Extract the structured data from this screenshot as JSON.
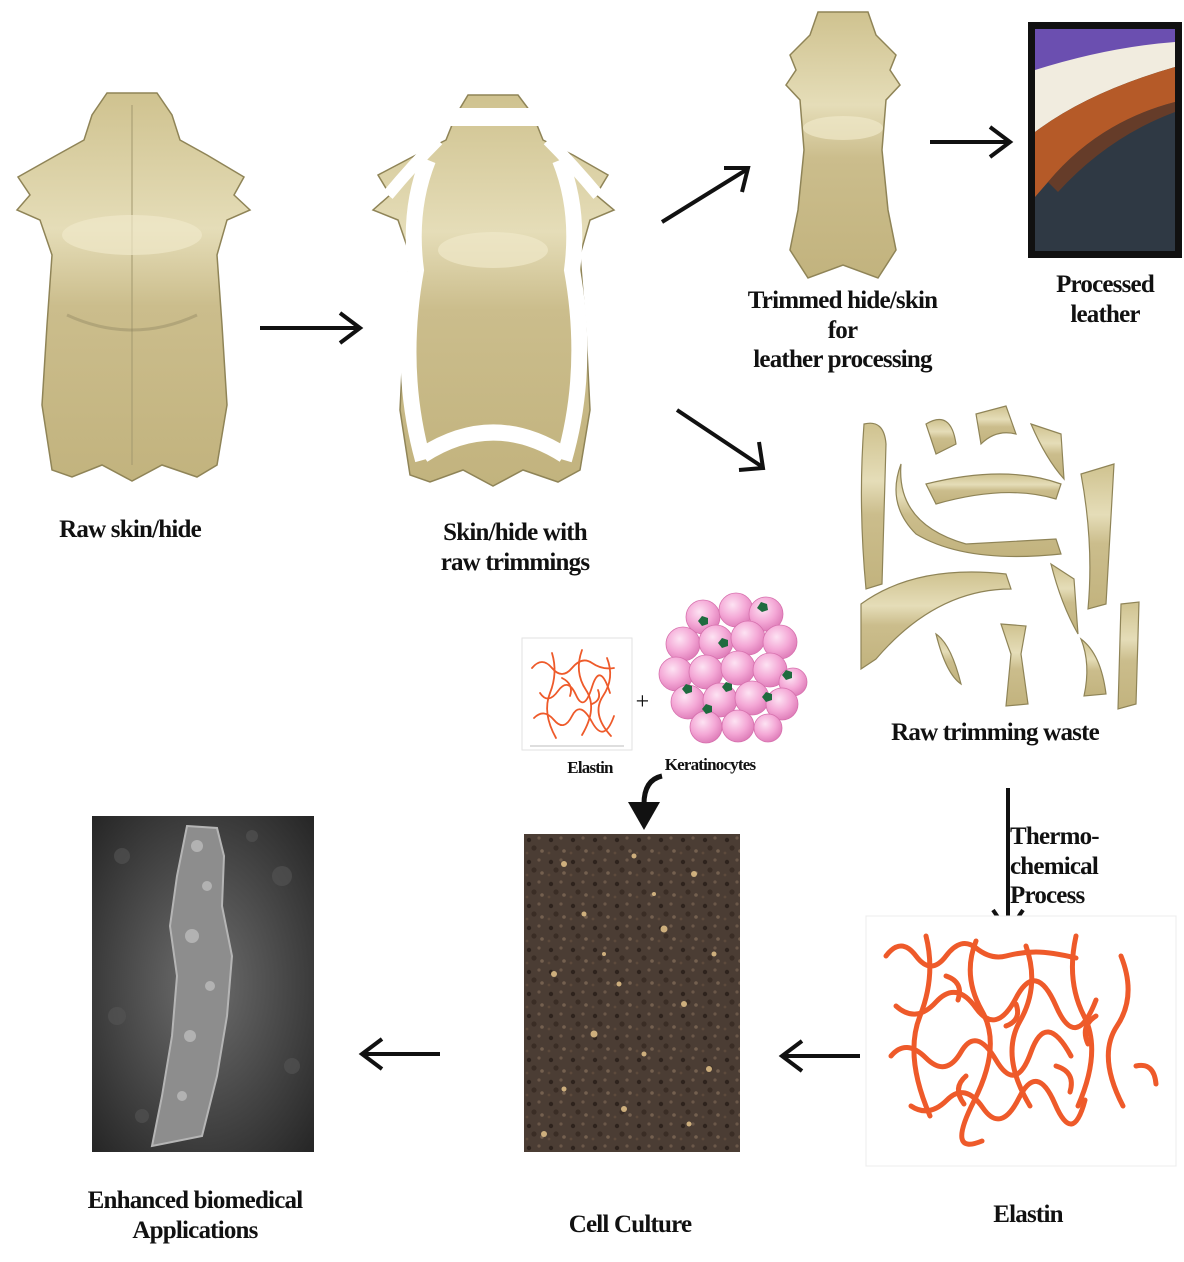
{
  "labels": {
    "raw_skin": "Raw skin/hide",
    "skin_trimmings": [
      "Skin/hide with",
      "raw trimmings"
    ],
    "trimmed_hide": [
      "Trimmed hide/skin for",
      "leather processing"
    ],
    "processed_leather": [
      "Processed",
      "leather"
    ],
    "raw_trimming_waste": "Raw trimming waste",
    "thermo_process": [
      "Thermo-chemical",
      "Process"
    ],
    "elastin_small": "Elastin",
    "plus": "+",
    "keratinocytes": "Keratinocytes",
    "elastin": "Elastin",
    "cell_culture": "Cell Culture",
    "applications": [
      "Enhanced  biomedical",
      "Applications"
    ]
  },
  "colors": {
    "hide": "#d6c99a",
    "hide_dark": "#a59a6c",
    "elastin_fiber": "#ee5a2a",
    "cell_pink": "#f4a6d4",
    "cell_nucleus": "#1f6b3f",
    "leather_brown": "#b55a28",
    "leather_dark": "#2f3944",
    "culture_bg": "#4a3c33",
    "sem_bg": "#3a3a3a"
  },
  "icons": {
    "arrow": "right-arrow-icon",
    "down_arrow": "down-arrow-icon",
    "curved_arrow": "curved-down-arrow-icon"
  }
}
